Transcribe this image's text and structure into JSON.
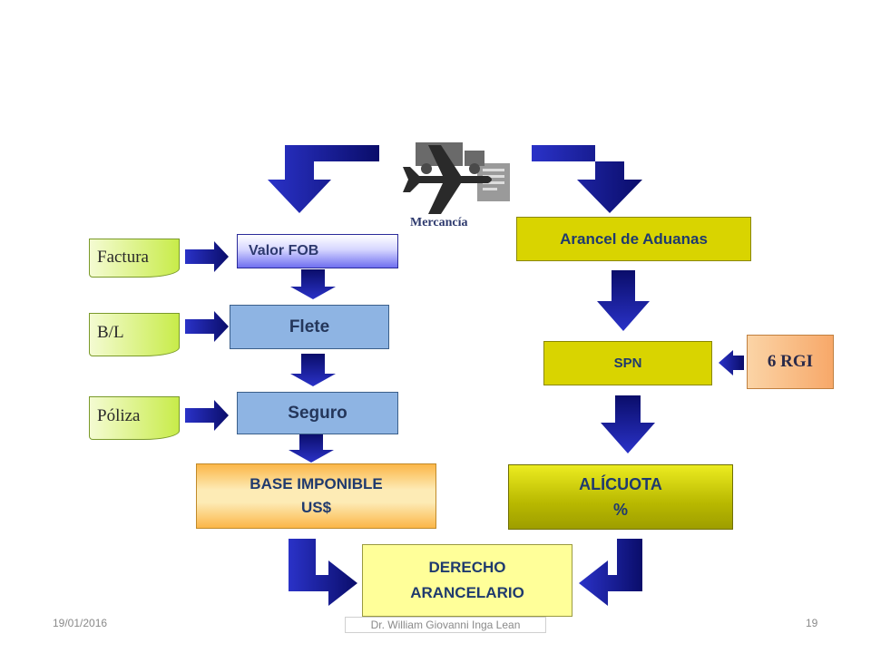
{
  "colors": {
    "arrow_blue": "#1a1fa8",
    "arrow_blue_dark": "#0a0d6a",
    "doc_green": "#c8ec4a",
    "flow_blue": "#8eb4e3",
    "yellow": "#d9d400",
    "orange": "#f7a869",
    "light_yellow": "#ffff99"
  },
  "icons": {
    "transport": "airplane-truck-document-icon"
  },
  "labels": {
    "mercancia": "Mercancía",
    "documents": [
      "Factura",
      "B/L",
      "Póliza"
    ],
    "valor_fob": "Valor FOB",
    "flete": "Flete",
    "seguro": "Seguro",
    "base_imponible": [
      "BASE IMPONIBLE",
      "US$"
    ],
    "arancel": "Arancel de Aduanas",
    "spn": "SPN",
    "rgi": "6 RGI",
    "alicuota": [
      "ALÍCUOTA",
      "%"
    ],
    "derecho": [
      "DERECHO",
      "ARANCELARIO"
    ]
  },
  "footer": {
    "date": "19/01/2016",
    "author": "Dr. William Giovanni Inga Lean",
    "page": "19"
  }
}
